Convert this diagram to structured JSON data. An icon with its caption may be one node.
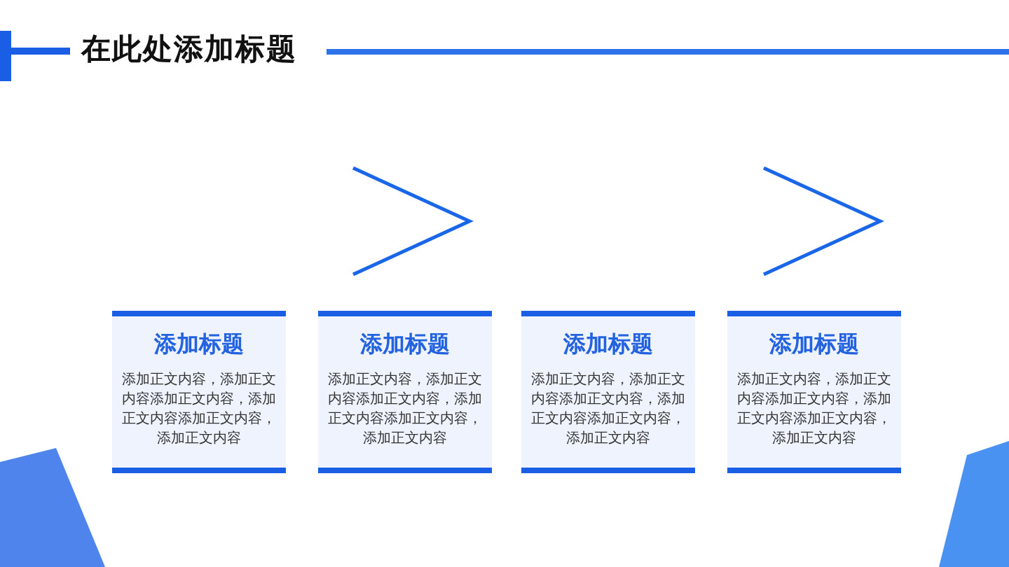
{
  "diagram": {
    "title": "在此处添加标题",
    "nodes": [
      {
        "text": [
          "添加标题",
          "添加正文内容，添加正文内容添加正文内容，添加正文内容添加正文内容，添加正文内容"
        ]
      },
      {
        "text": [
          "添加标题",
          "添加正文内容，添加正文内容添加正文内容，添加正文内容添加正文内容，添加正文内容"
        ]
      },
      {
        "text": [
          "添加标题",
          "添加正文内容，添加正文内容添加正文内容，添加正文内容添加正文内容，添加正文内容"
        ]
      },
      {
        "text": [
          "添加标题",
          "添加正文内容，添加正文内容添加正文内容，添加正文内容添加正文内容，添加正文内容"
        ]
      }
    ]
  }
}
